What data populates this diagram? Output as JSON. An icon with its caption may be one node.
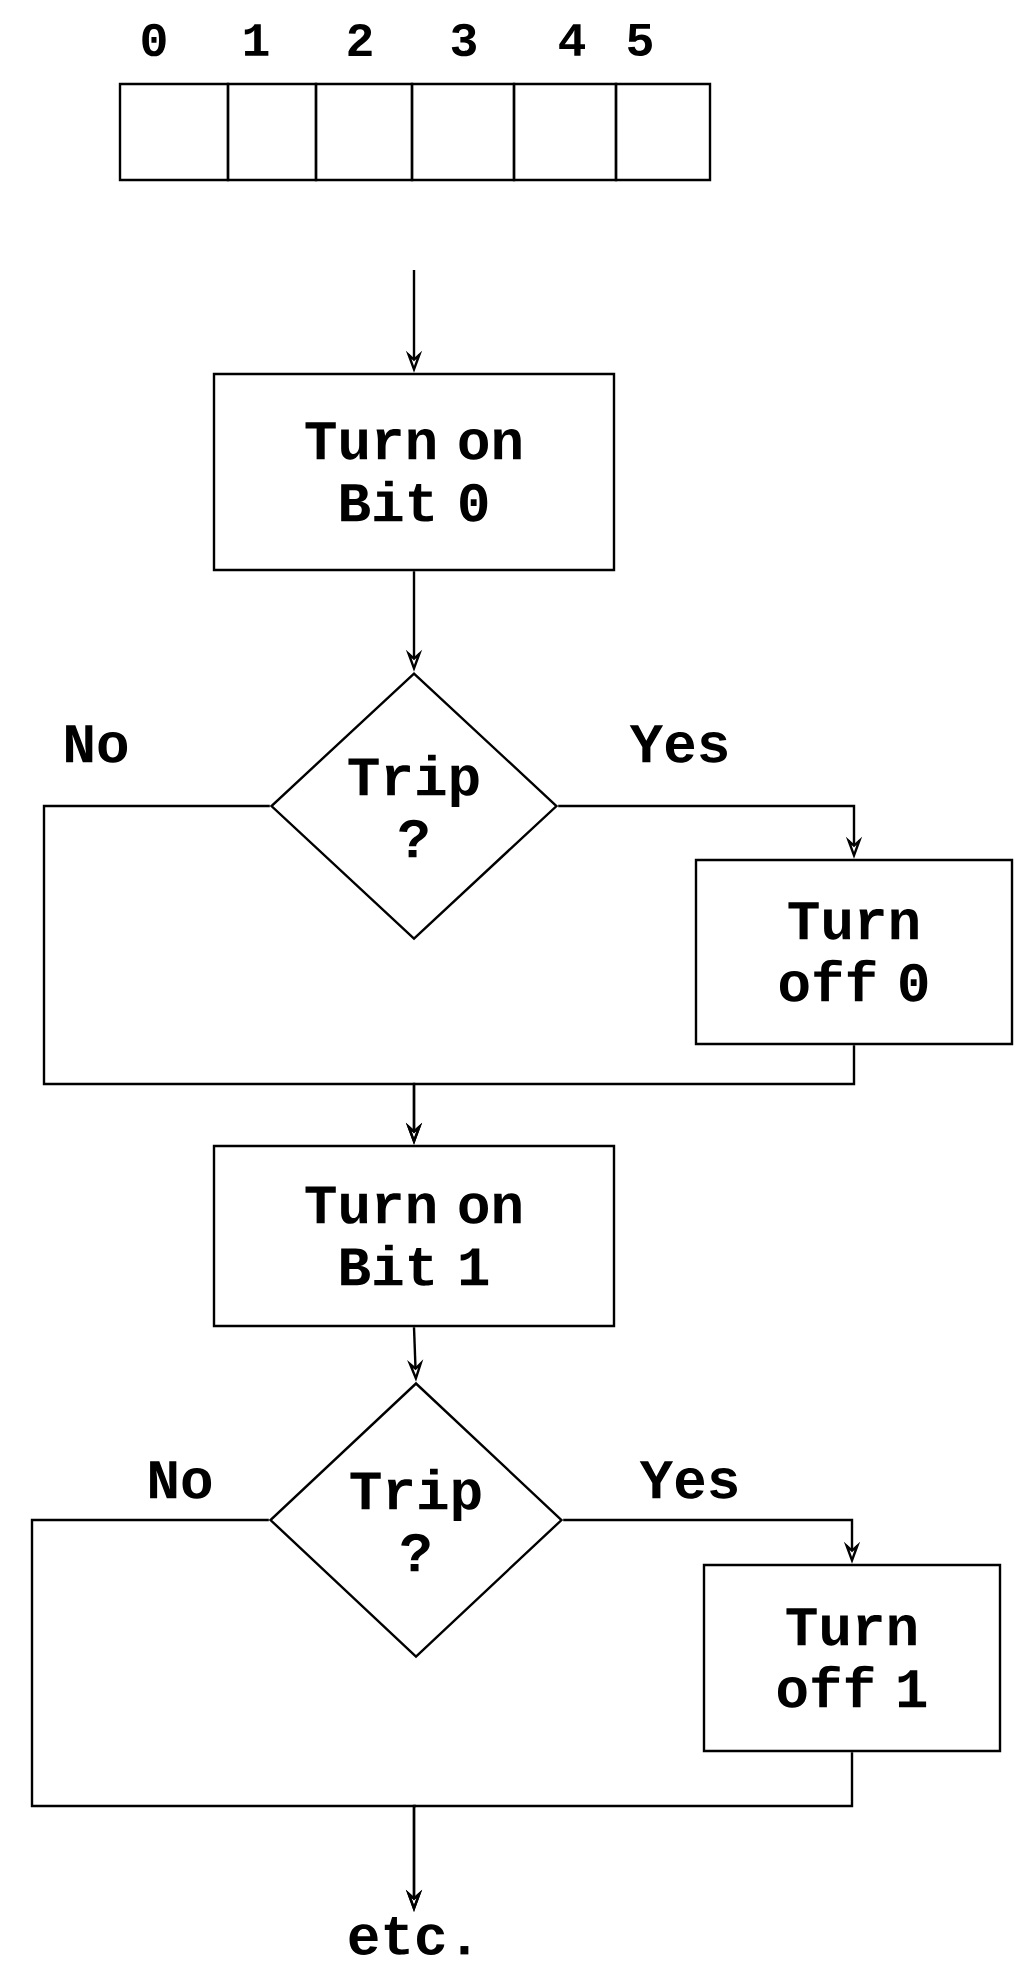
{
  "diagram": {
    "nodes": [
      {
        "text": [
          "0"
        ]
      },
      {
        "text": [
          "1"
        ]
      },
      {
        "text": [
          "2"
        ]
      },
      {
        "text": [
          "3"
        ]
      },
      {
        "text": [
          "4"
        ]
      },
      {
        "text": [
          "5"
        ]
      },
      {
        "text": [
          "Turn on Bit 0"
        ]
      },
      {
        "text": [
          "Trip ?"
        ]
      },
      {
        "text": [
          "Turn off 0"
        ]
      },
      {
        "text": [
          "Turn on Bit 1"
        ]
      },
      {
        "text": [
          "Trip ?"
        ]
      },
      {
        "text": [
          "Turn off 1"
        ]
      },
      {
        "text": [
          "etc."
        ]
      }
    ],
    "edges": [
      {
        "from": null,
        "to": 6,
        "arrow": "to"
      },
      {
        "from": 6,
        "to": 7,
        "arrow": "to"
      },
      {
        "from": 7,
        "to": 8,
        "arrow": "to",
        "label": "Yes"
      },
      {
        "from": 7,
        "to": 9,
        "arrow": "to",
        "label": "No"
      },
      {
        "from": 8,
        "to": 9,
        "arrow": "to"
      },
      {
        "from": 9,
        "to": 10,
        "arrow": "to"
      },
      {
        "from": 10,
        "to": 11,
        "arrow": "to",
        "label": "Yes"
      },
      {
        "from": 10,
        "to": 12,
        "arrow": "to",
        "label": "No"
      },
      {
        "from": 11,
        "to": 12,
        "arrow": "to"
      }
    ]
  }
}
